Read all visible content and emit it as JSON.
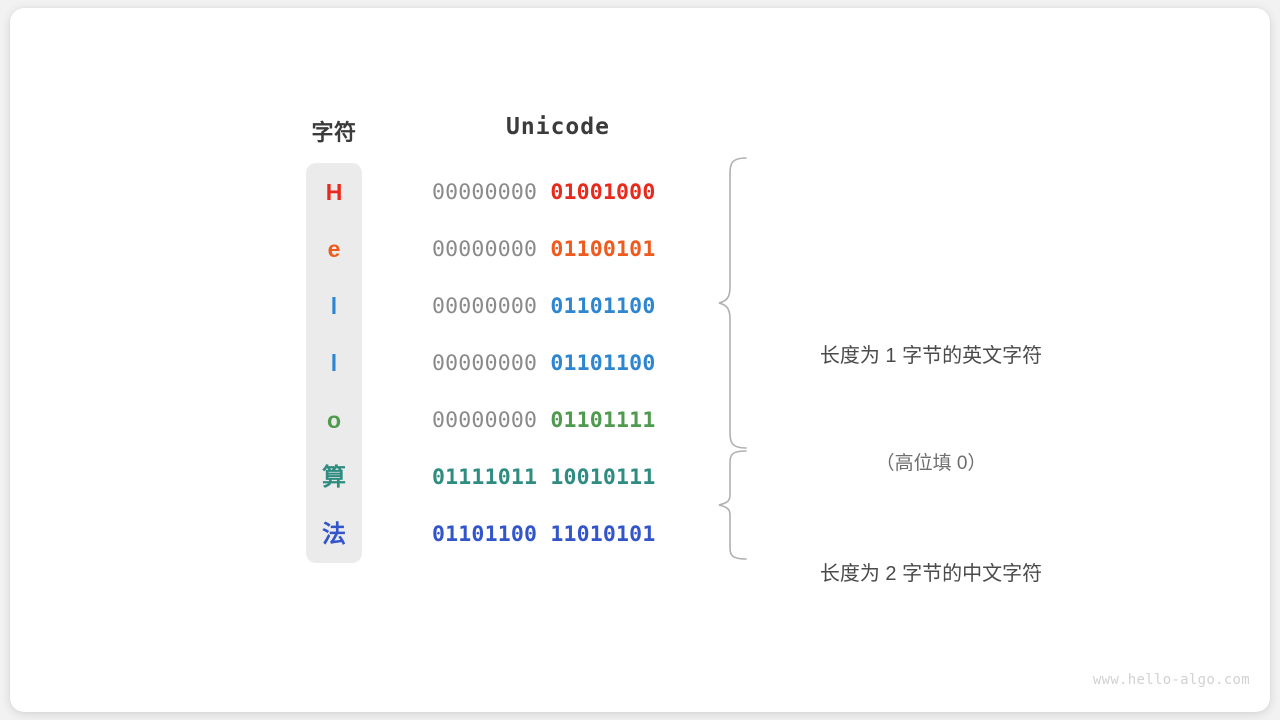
{
  "watermark": "www.hello-algo.com",
  "headers": {
    "character": "字符",
    "unicode": "Unicode"
  },
  "colors": {
    "red": "#e8291c",
    "orange": "#ef5b1f",
    "blue": "#2e86d0",
    "green": "#4e9a4e",
    "teal": "#2f8c80",
    "royal_blue": "#3355cc",
    "high_byte_gray": "#8a8a8a",
    "pill_background": "#ebebeb",
    "brace_gray": "#b0b0b0",
    "text_dark": "#3b3b3b",
    "note_text": "#4a4a4a"
  },
  "rows": [
    {
      "char": "H",
      "color": "#e8291c",
      "high": "00000000",
      "low": "01001000",
      "two_byte": false
    },
    {
      "char": "e",
      "color": "#ef5b1f",
      "high": "00000000",
      "low": "01100101",
      "two_byte": false
    },
    {
      "char": "l",
      "color": "#2e86d0",
      "high": "00000000",
      "low": "01101100",
      "two_byte": false
    },
    {
      "char": "l",
      "color": "#2e86d0",
      "high": "00000000",
      "low": "01101100",
      "two_byte": false
    },
    {
      "char": "o",
      "color": "#4e9a4e",
      "high": "00000000",
      "low": "01101111",
      "two_byte": false
    },
    {
      "char": "算",
      "color": "#2f8c80",
      "high": "01111011",
      "low": "10010111",
      "two_byte": true
    },
    {
      "char": "法",
      "color": "#3355cc",
      "high": "01101100",
      "low": "11010101",
      "two_byte": true
    }
  ],
  "notes": {
    "group1_line1": "长度为 1 字节的英文字符",
    "group1_line2": "（高位填 0）",
    "group2_line1": "长度为 2 字节的中文字符"
  }
}
